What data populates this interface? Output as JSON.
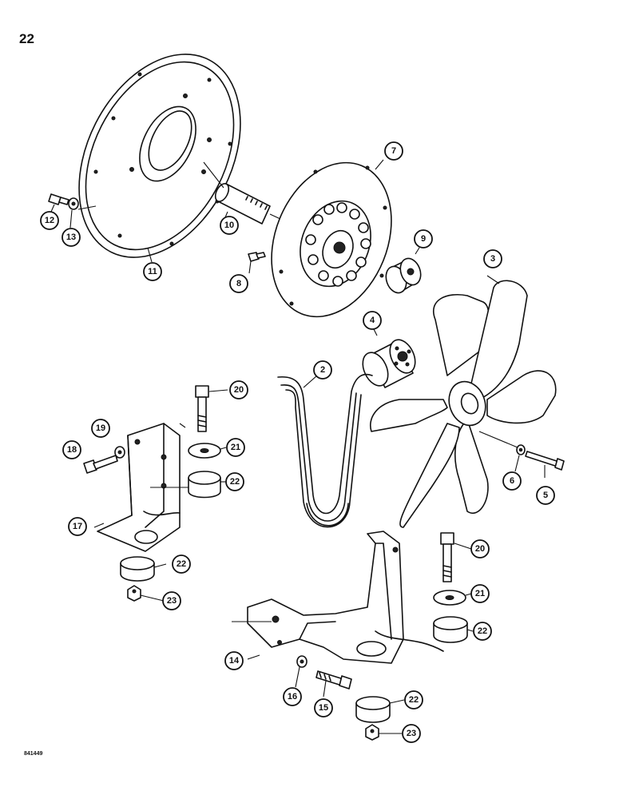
{
  "page_number": "22",
  "illustration_ref": "841449",
  "callouts": [
    "2",
    "3",
    "4",
    "5",
    "6",
    "7",
    "8",
    "9",
    "10",
    "11",
    "12",
    "13",
    "14",
    "15",
    "16",
    "17",
    "18",
    "19",
    "20",
    "21",
    "22",
    "23"
  ]
}
